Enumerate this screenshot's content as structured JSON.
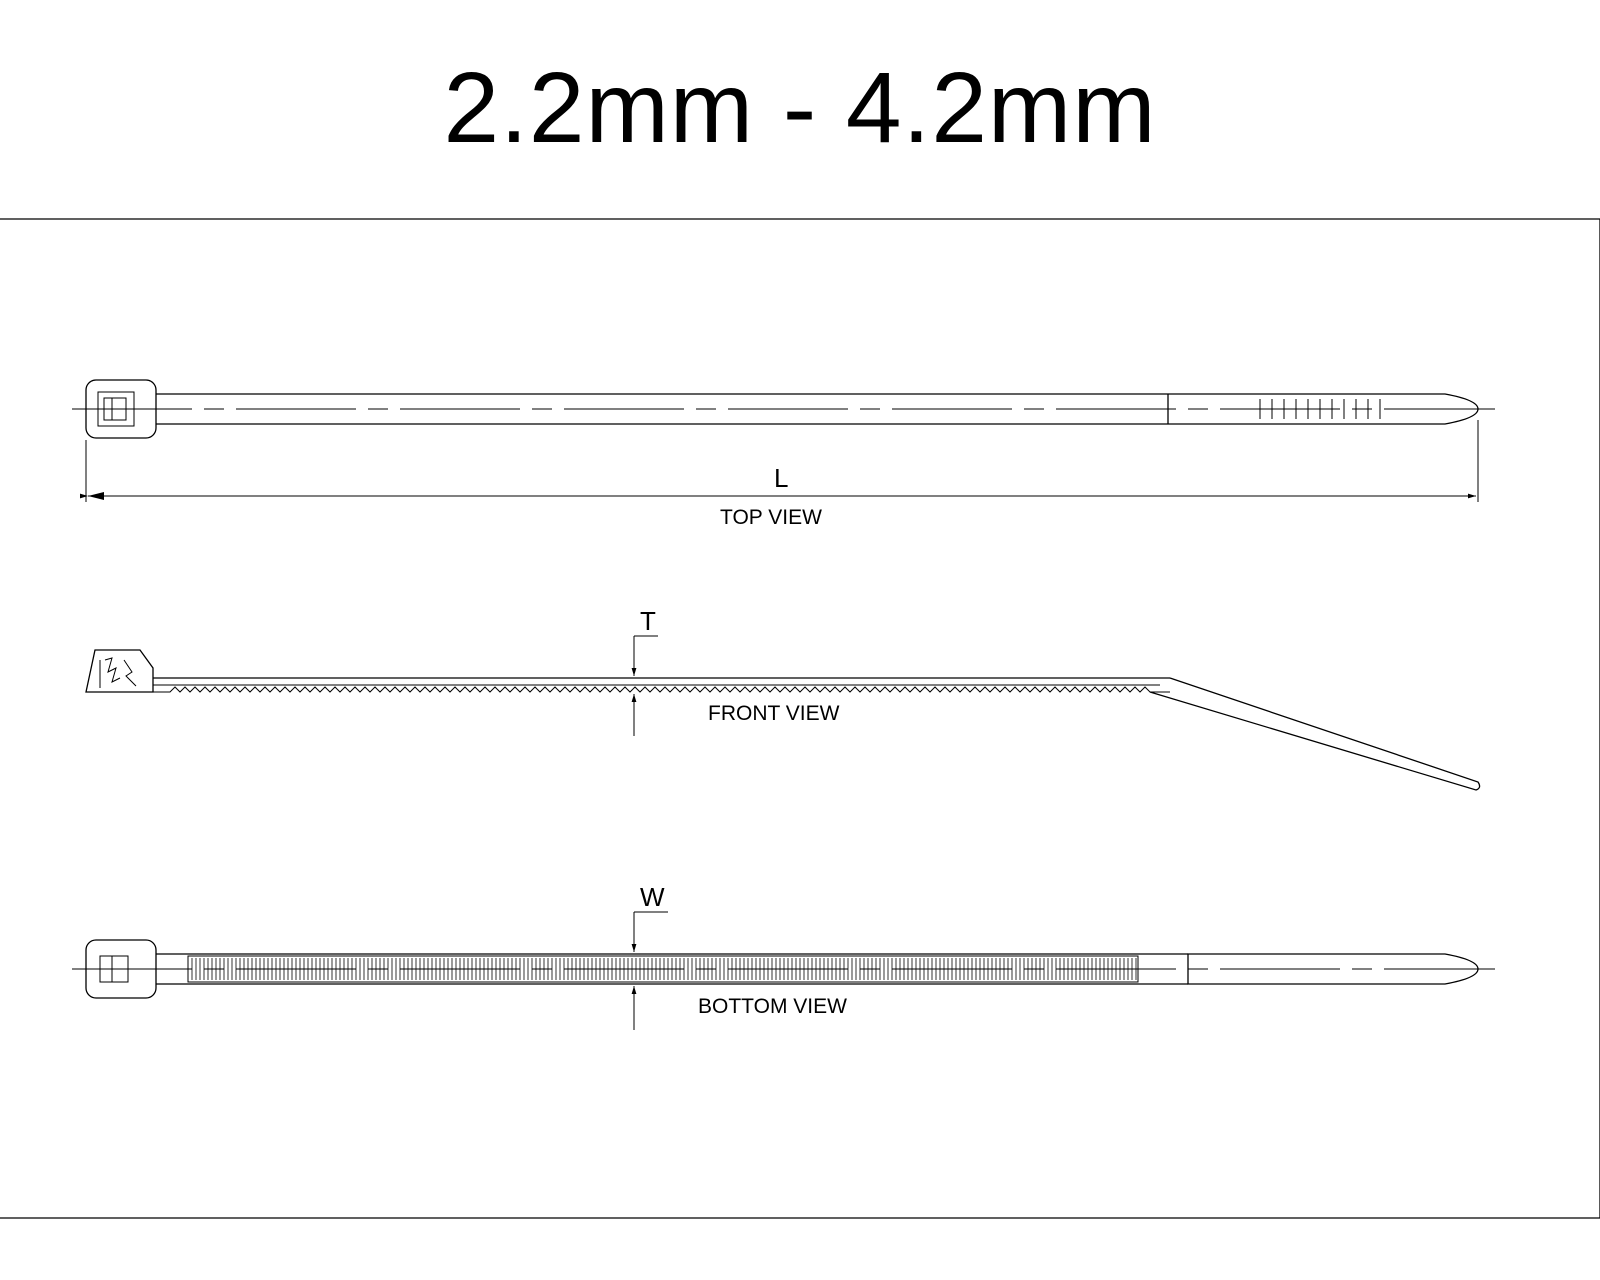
{
  "title": "2.2mm - 4.2mm",
  "views": {
    "top": "TOP VIEW",
    "front": "FRONT VIEW",
    "bottom": "BOTTOM VIEW"
  },
  "dimensions": {
    "length": "L",
    "thickness": "T",
    "width": "W"
  }
}
